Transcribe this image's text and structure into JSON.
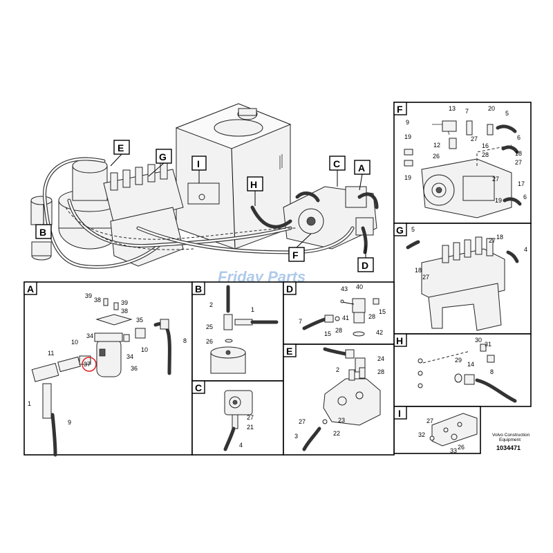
{
  "sections": {
    "A": "A",
    "B": "B",
    "C": "C",
    "D": "D",
    "E": "E",
    "F": "F",
    "G": "G",
    "H": "H",
    "I": "I"
  },
  "watermark": "Friday Parts",
  "footer": {
    "company_line1": "Volvo Construction",
    "company_line2": "Equipment",
    "ref_number": "1034471"
  },
  "callouts": {
    "F": [
      "13",
      "9",
      "7",
      "20",
      "5",
      "19",
      "27",
      "6",
      "12",
      "16",
      "26",
      "28",
      "18",
      "27",
      "19",
      "17",
      "27",
      "19",
      "6"
    ],
    "G": [
      "5",
      "27",
      "18",
      "18",
      "27",
      "4"
    ],
    "H": [
      "30",
      "31",
      "29",
      "14",
      "8"
    ],
    "I": [
      "27",
      "32",
      "26",
      "33"
    ],
    "A": [
      "39",
      "38",
      "39",
      "38",
      "35",
      "10",
      "34",
      "8",
      "11",
      "10",
      "34",
      "37",
      "36",
      "1",
      "9"
    ],
    "B": [
      "2",
      "1",
      "25",
      "26"
    ],
    "C": [
      "27",
      "21",
      "4"
    ],
    "D": [
      "43",
      "40",
      "41",
      "28",
      "15",
      "7",
      "15",
      "28",
      "42"
    ],
    "E": [
      "2",
      "24",
      "28",
      "27",
      "23",
      "3",
      "22"
    ]
  }
}
